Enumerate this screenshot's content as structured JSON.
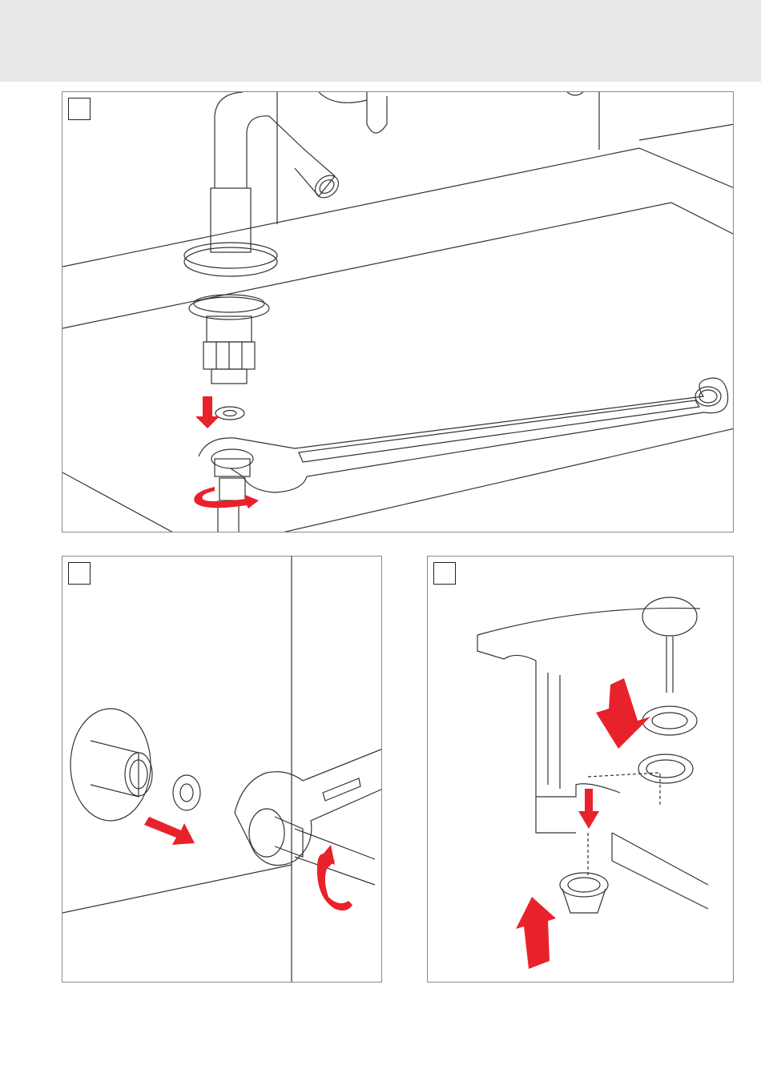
{
  "page": {
    "header_band_color": "#e8e8e8",
    "line_color": "#333333",
    "arrow_color": "#e8222b"
  },
  "steps": [
    {
      "number": "",
      "illustration": "faucet-wrench-installation"
    },
    {
      "number": "",
      "illustration": "wall-connection-wrench"
    },
    {
      "number": "",
      "illustration": "drain-assembly"
    }
  ],
  "wrench": {
    "engraving": ""
  }
}
